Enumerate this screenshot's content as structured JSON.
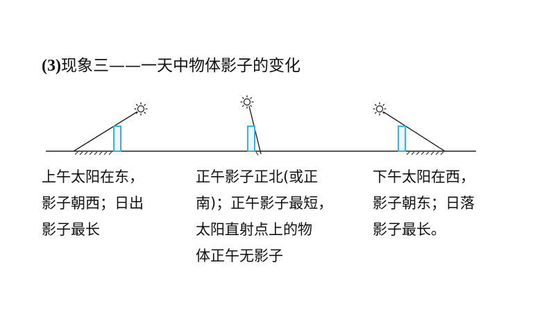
{
  "title": {
    "number": "(3)",
    "text": "现象三——一天中物体影子的变化"
  },
  "diagram": {
    "ground_color": "#222222",
    "pole_color": "#35b6d8",
    "pole_fill": "#eef8fc",
    "panels": [
      {
        "label": "morning",
        "sun_side": "east",
        "shadow_side": "west"
      },
      {
        "label": "noon",
        "sun_side": "overhead",
        "shadow_side": "short"
      },
      {
        "label": "afternoon",
        "sun_side": "west",
        "shadow_side": "east"
      }
    ]
  },
  "columns": [
    {
      "lines": [
        "上午太阳在东，",
        "影子朝西；日出",
        "影子最长"
      ]
    },
    {
      "lines": [
        "正午影子正北(或正",
        "南)；正午影子最短，",
        "太阳直射点上的物",
        "体正午无影子"
      ]
    },
    {
      "lines": [
        "下午太阳在西，",
        "影子朝东；日落",
        "影子最长。"
      ]
    }
  ]
}
